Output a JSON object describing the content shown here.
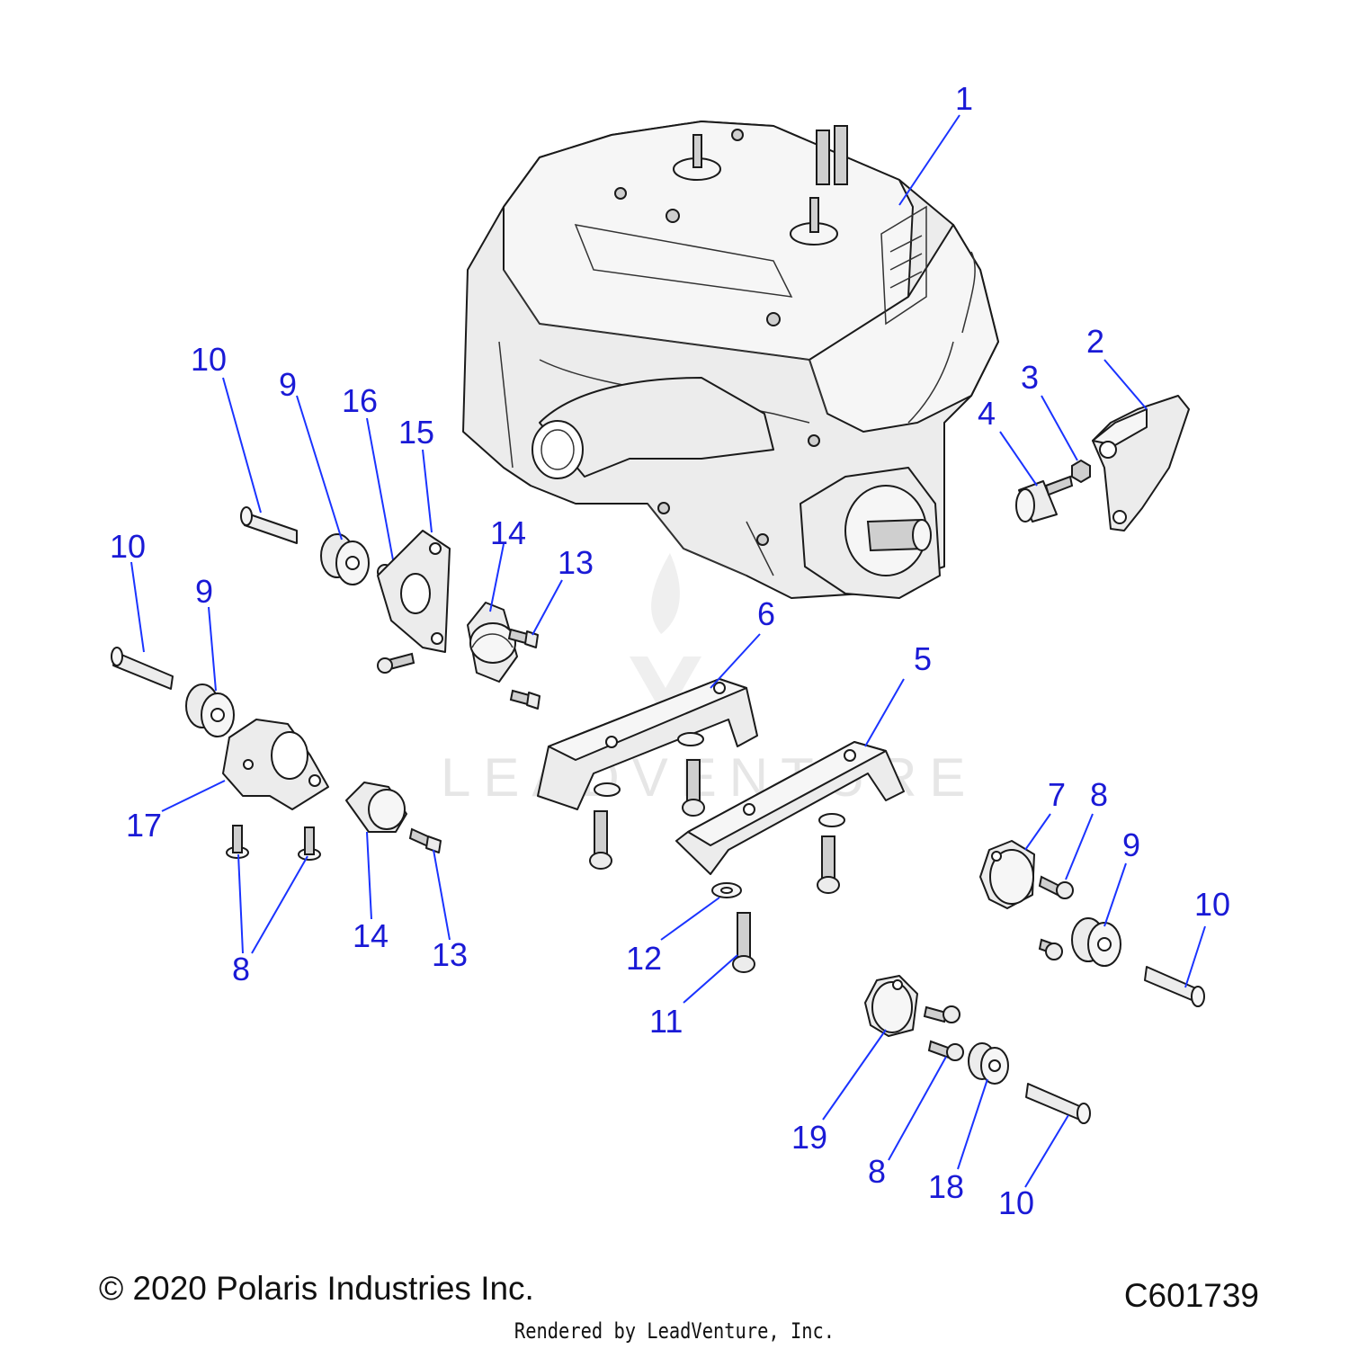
{
  "diagram": {
    "callouts": [
      {
        "id": "1",
        "label": "1"
      },
      {
        "id": "2",
        "label": "2"
      },
      {
        "id": "3",
        "label": "3"
      },
      {
        "id": "4",
        "label": "4"
      },
      {
        "id": "5",
        "label": "5"
      },
      {
        "id": "6",
        "label": "6"
      },
      {
        "id": "7",
        "label": "7"
      },
      {
        "id": "8a",
        "label": "8"
      },
      {
        "id": "8b",
        "label": "8"
      },
      {
        "id": "8c",
        "label": "8"
      },
      {
        "id": "9a",
        "label": "9"
      },
      {
        "id": "9b",
        "label": "9"
      },
      {
        "id": "9c",
        "label": "9"
      },
      {
        "id": "10a",
        "label": "10"
      },
      {
        "id": "10b",
        "label": "10"
      },
      {
        "id": "10c",
        "label": "10"
      },
      {
        "id": "10d",
        "label": "10"
      },
      {
        "id": "11",
        "label": "11"
      },
      {
        "id": "12",
        "label": "12"
      },
      {
        "id": "13a",
        "label": "13"
      },
      {
        "id": "13b",
        "label": "13"
      },
      {
        "id": "14a",
        "label": "14"
      },
      {
        "id": "14b",
        "label": "14"
      },
      {
        "id": "15",
        "label": "15"
      },
      {
        "id": "16",
        "label": "16"
      },
      {
        "id": "17",
        "label": "17"
      },
      {
        "id": "18",
        "label": "18"
      },
      {
        "id": "19",
        "label": "19"
      }
    ],
    "watermark": "LEADVENTURE"
  },
  "footer": {
    "copyright": "© 2020 Polaris Industries Inc.",
    "drawing_number": "C601739",
    "rendered_by": "Rendered by LeadVenture, Inc."
  },
  "colors": {
    "callout": "#1a1ad6",
    "leader": "#1a33ff",
    "linework": "#1a1a1a"
  }
}
